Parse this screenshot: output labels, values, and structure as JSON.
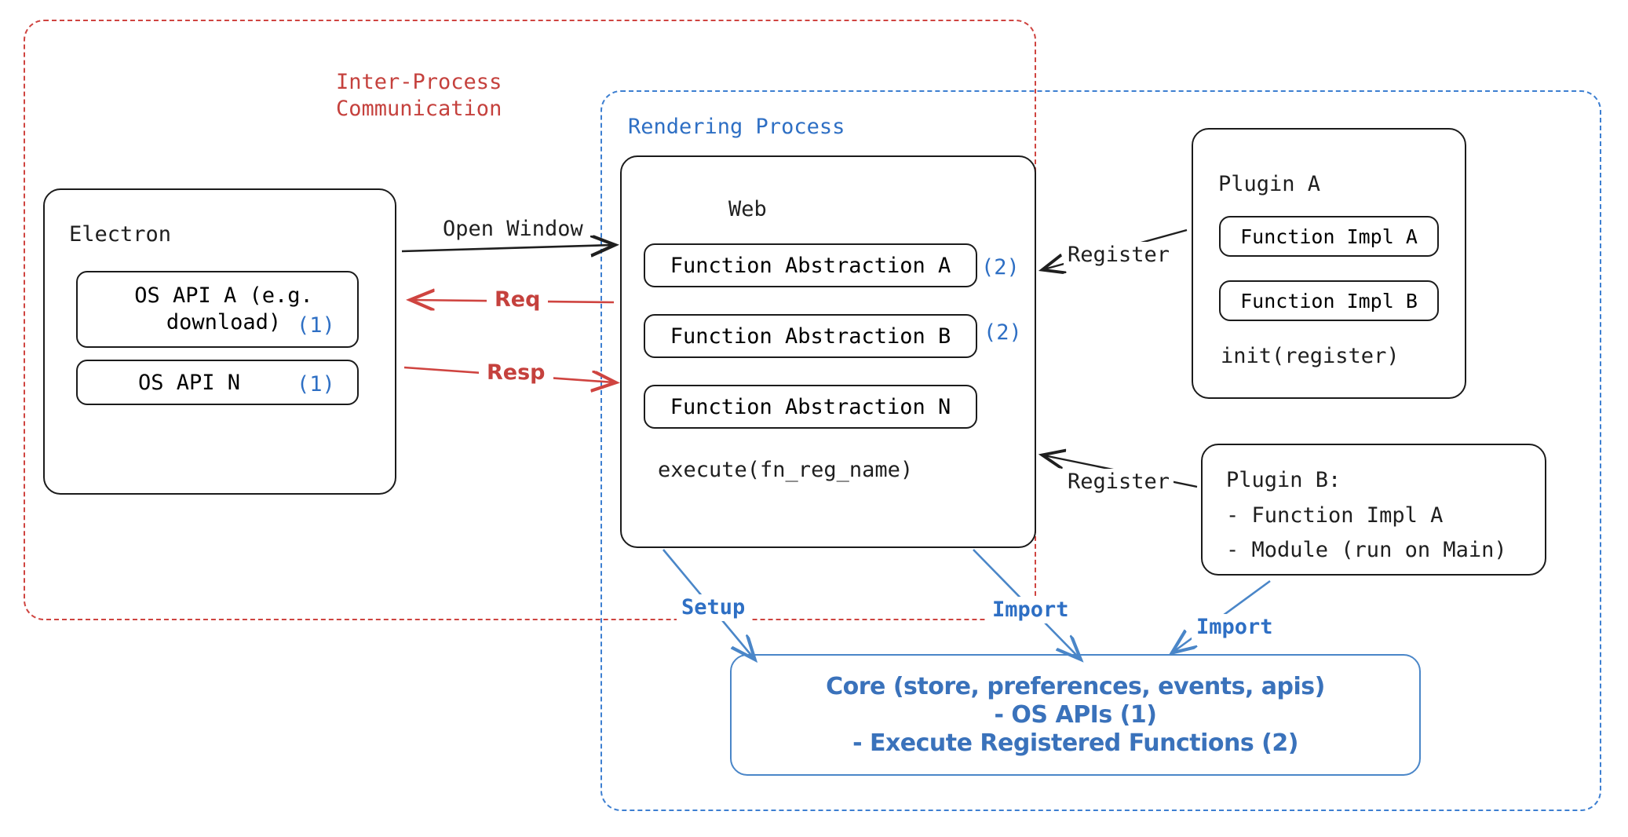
{
  "diagram": {
    "title": "Electron plugin architecture",
    "colors": {
      "ipc_red": "#c5413d",
      "process_blue": "#2e6fc4",
      "core_blue": "#3a72bb",
      "box_black": "#1b1b1b"
    }
  },
  "ipc_region": {
    "label_line1": "Inter-Process",
    "label_line2": "Communication"
  },
  "rendering_region": {
    "label": "Rendering Process"
  },
  "electron": {
    "title": "Electron",
    "apis": [
      {
        "label": "OS API A (e.g.\ndownload)",
        "marker": "(1)"
      },
      {
        "label": "OS API N",
        "marker": "(1)"
      }
    ]
  },
  "web": {
    "title": "Web",
    "abstractions": [
      {
        "label": "Function Abstraction A",
        "marker": "(2)"
      },
      {
        "label": "Function Abstraction B",
        "marker": "(2)"
      },
      {
        "label": "Function Abstraction N",
        "marker": ""
      }
    ],
    "execute": "execute(fn_reg_name)"
  },
  "plugin_a": {
    "title": "Plugin A",
    "functions": [
      "Function Impl A",
      "Function Impl B"
    ],
    "init": "init(register)"
  },
  "plugin_b": {
    "title": "Plugin B:",
    "lines": [
      "- Function Impl A",
      "- Module (run on Main)"
    ]
  },
  "core": {
    "line1": "Core (store, preferences, events, apis)",
    "line2": "- OS APIs (1)",
    "line3": "- Execute Registered Functions (2)"
  },
  "arrows": {
    "open_window": "Open Window",
    "req": "Req",
    "resp": "Resp",
    "register_a": "Register",
    "register_b": "Register",
    "setup": "Setup",
    "import_web": "Import",
    "import_plugin": "Import"
  }
}
